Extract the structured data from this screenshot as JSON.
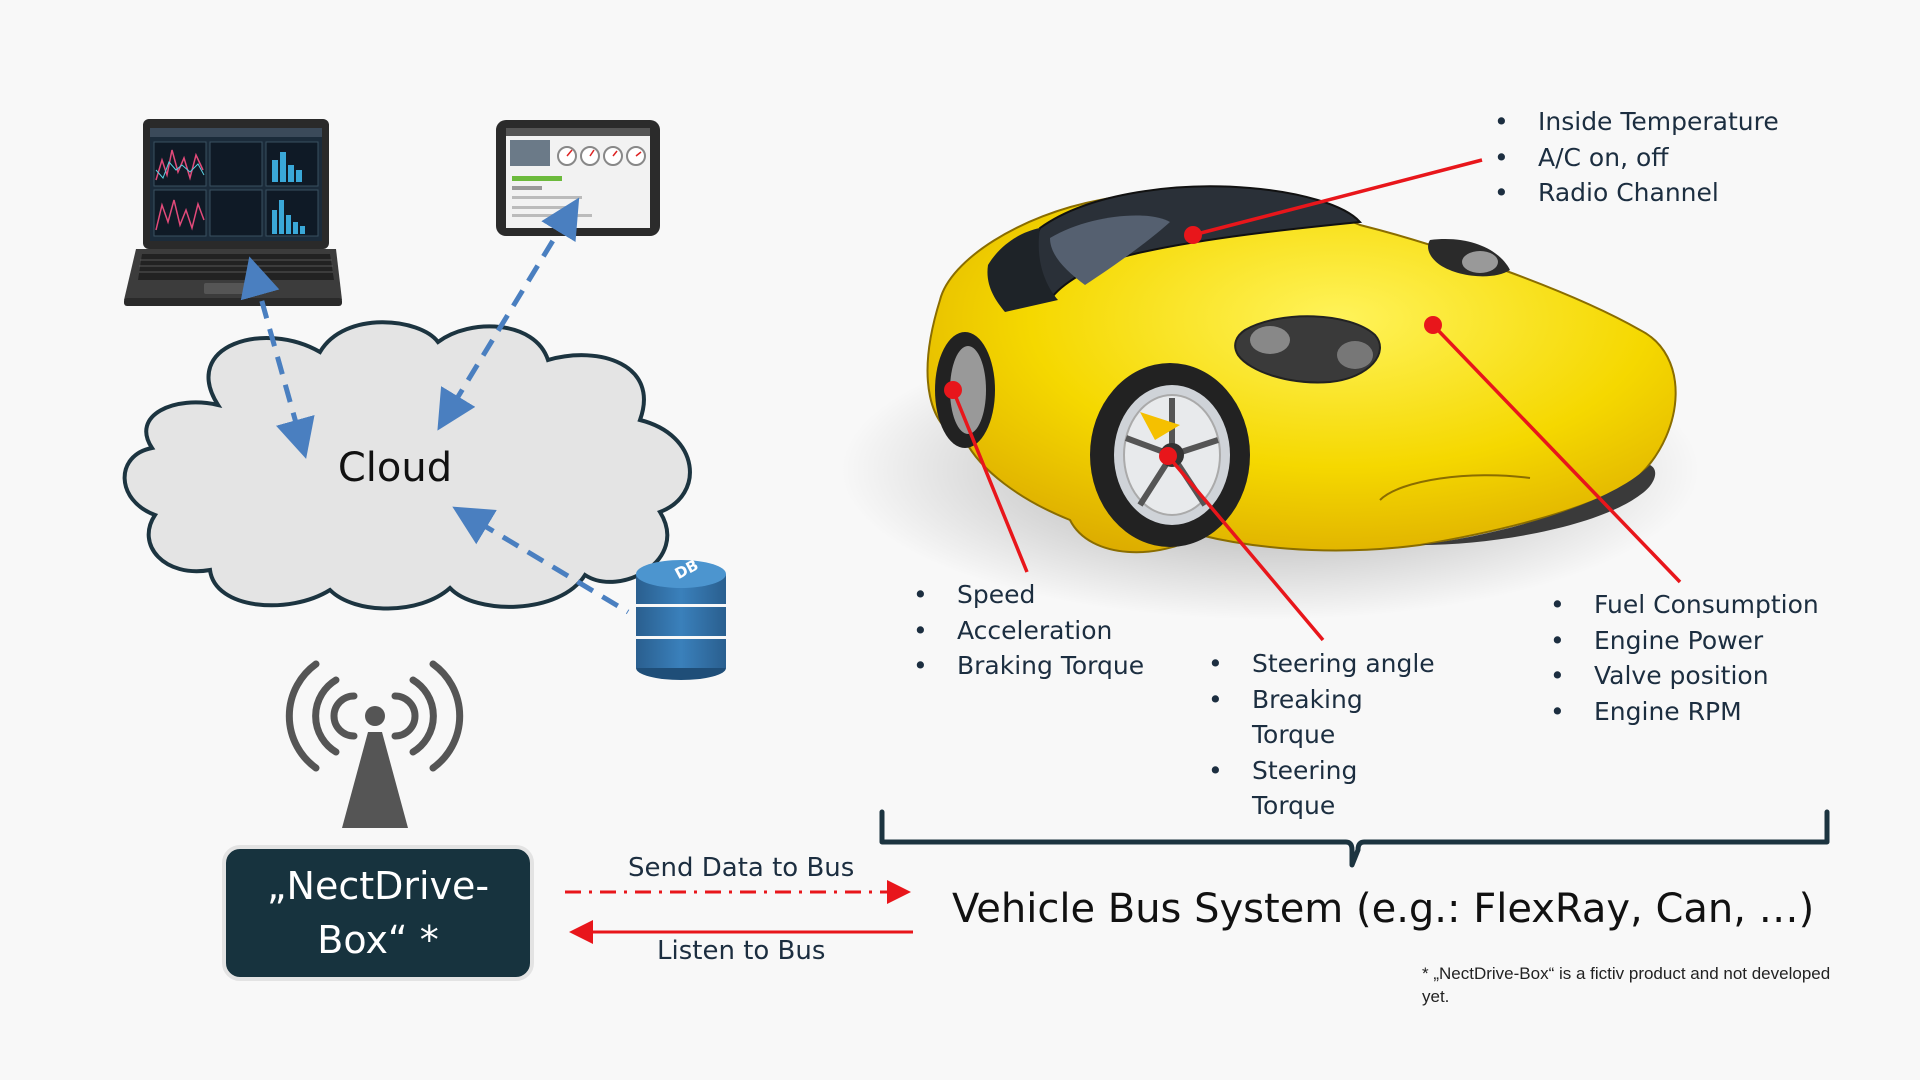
{
  "cloud": {
    "label": "Cloud"
  },
  "database": {
    "label": "DB"
  },
  "box": {
    "label": "„NectDrive-Box“ *"
  },
  "arrows": {
    "send_label": "Send Data to Bus",
    "listen_label": "Listen to Bus"
  },
  "bus": {
    "title": "Vehicle Bus System (e.g.: FlexRay, Can, …)"
  },
  "footnote": "* „NectDrive-Box“ is a fictiv product and not developed yet.",
  "signals": {
    "interior": [
      "Inside Temperature",
      "A/C on, off",
      "Radio Channel"
    ],
    "wheel": [
      "Speed",
      "Acceleration",
      "Braking Torque"
    ],
    "steering": [
      "Steering angle",
      "Breaking Torque",
      "Steering Torque"
    ],
    "engine": [
      "Fuel Consumption",
      "Engine Power",
      "Valve position",
      "Engine RPM"
    ]
  },
  "colors": {
    "car_body": "#f5d800",
    "cloud_fill": "#e4e4e4",
    "cloud_stroke": "#1c3440",
    "dashed_arrow": "#4a7fc0",
    "callout": "#e8161b",
    "box_fill": "#17333e",
    "db_fill": "#2e6ea3"
  },
  "icons": {
    "laptop": "laptop-icon",
    "tablet": "tablet-icon",
    "antenna": "antenna-icon",
    "database": "database-icon",
    "car": "sports-car-icon"
  }
}
